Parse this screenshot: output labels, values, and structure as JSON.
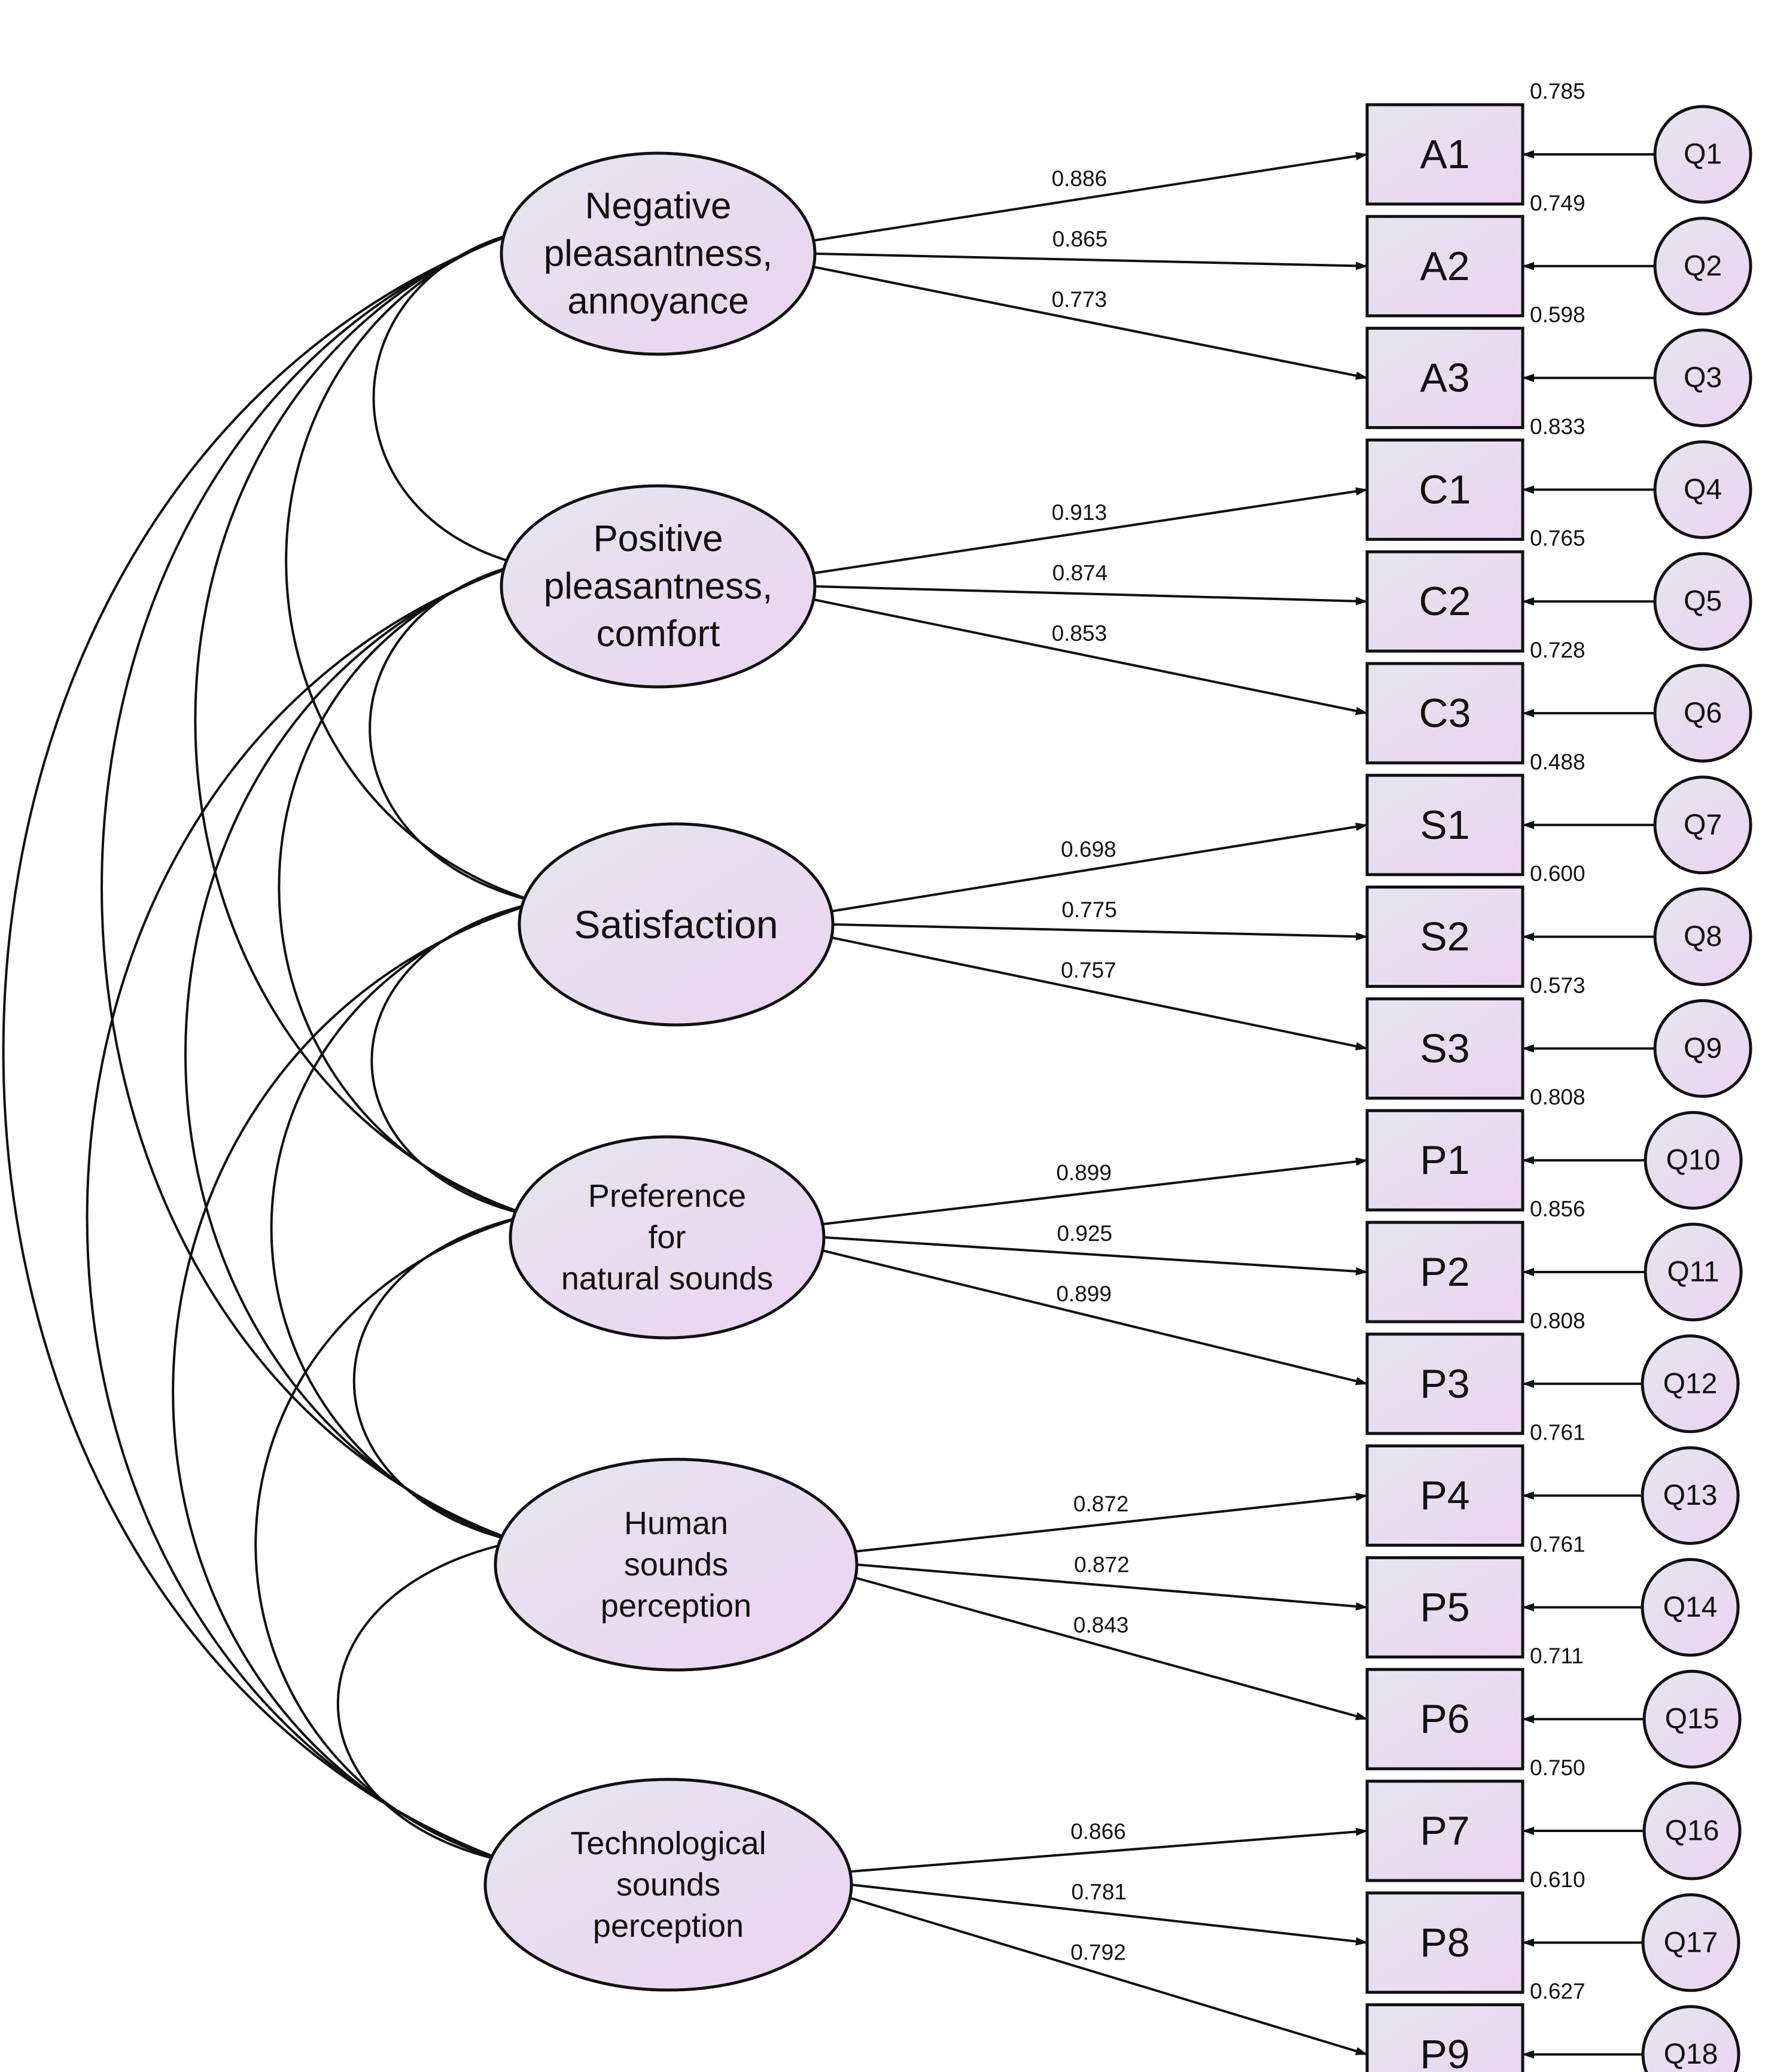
{
  "colors": {
    "stroke": "#111111",
    "fill_left": "#e4e6ee",
    "fill_right": "#ecd3f2",
    "background": "#ffffff"
  },
  "latents": [
    {
      "id": "L1",
      "lines": [
        "Negative",
        "pleasantness,",
        "annoyance"
      ]
    },
    {
      "id": "L2",
      "lines": [
        "Positive",
        "pleasantness,",
        "comfort"
      ]
    },
    {
      "id": "L3",
      "lines": [
        "Satisfaction"
      ]
    },
    {
      "id": "L4",
      "lines": [
        "Preference",
        "for",
        "natural sounds"
      ]
    },
    {
      "id": "L5",
      "lines": [
        "Human",
        "sounds",
        "perception"
      ]
    },
    {
      "id": "L6",
      "lines": [
        "Technological",
        "sounds",
        "perception"
      ]
    }
  ],
  "indicators": [
    {
      "label": "A1",
      "error": "Q1",
      "latent": 0,
      "loading": "0.886",
      "r2": "0.785"
    },
    {
      "label": "A2",
      "error": "Q2",
      "latent": 0,
      "loading": "0.865",
      "r2": "0.749"
    },
    {
      "label": "A3",
      "error": "Q3",
      "latent": 0,
      "loading": "0.773",
      "r2": "0.598"
    },
    {
      "label": "C1",
      "error": "Q4",
      "latent": 1,
      "loading": "0.913",
      "r2": "0.833"
    },
    {
      "label": "C2",
      "error": "Q5",
      "latent": 1,
      "loading": "0.874",
      "r2": "0.765"
    },
    {
      "label": "C3",
      "error": "Q6",
      "latent": 1,
      "loading": "0.853",
      "r2": "0.728"
    },
    {
      "label": "S1",
      "error": "Q7",
      "latent": 2,
      "loading": "0.698",
      "r2": "0.488"
    },
    {
      "label": "S2",
      "error": "Q8",
      "latent": 2,
      "loading": "0.775",
      "r2": "0.600"
    },
    {
      "label": "S3",
      "error": "Q9",
      "latent": 2,
      "loading": "0.757",
      "r2": "0.573"
    },
    {
      "label": "P1",
      "error": "Q10",
      "latent": 3,
      "loading": "0.899",
      "r2": "0.808"
    },
    {
      "label": "P2",
      "error": "Q11",
      "latent": 3,
      "loading": "0.925",
      "r2": "0.856"
    },
    {
      "label": "P3",
      "error": "Q12",
      "latent": 3,
      "loading": "0.899",
      "r2": "0.808"
    },
    {
      "label": "P4",
      "error": "Q13",
      "latent": 4,
      "loading": "0.872",
      "r2": "0.761"
    },
    {
      "label": "P5",
      "error": "Q14",
      "latent": 4,
      "loading": "0.872",
      "r2": "0.761"
    },
    {
      "label": "P6",
      "error": "Q15",
      "latent": 4,
      "loading": "0.843",
      "r2": "0.711"
    },
    {
      "label": "P7",
      "error": "Q16",
      "latent": 5,
      "loading": "0.866",
      "r2": "0.750"
    },
    {
      "label": "P8",
      "error": "Q17",
      "latent": 5,
      "loading": "0.781",
      "r2": "0.610"
    },
    {
      "label": "P9",
      "error": "Q18",
      "latent": 5,
      "loading": "0.792",
      "r2": "0.627"
    }
  ],
  "covariances": [
    {
      "from": 0,
      "to": 1
    },
    {
      "from": 0,
      "to": 2
    },
    {
      "from": 0,
      "to": 3
    },
    {
      "from": 0,
      "to": 4
    },
    {
      "from": 0,
      "to": 5
    },
    {
      "from": 1,
      "to": 2
    },
    {
      "from": 1,
      "to": 3
    },
    {
      "from": 1,
      "to": 4
    },
    {
      "from": 1,
      "to": 5
    },
    {
      "from": 2,
      "to": 3
    },
    {
      "from": 2,
      "to": 4
    },
    {
      "from": 2,
      "to": 5
    },
    {
      "from": 3,
      "to": 4
    },
    {
      "from": 3,
      "to": 5
    },
    {
      "from": 4,
      "to": 5
    }
  ]
}
